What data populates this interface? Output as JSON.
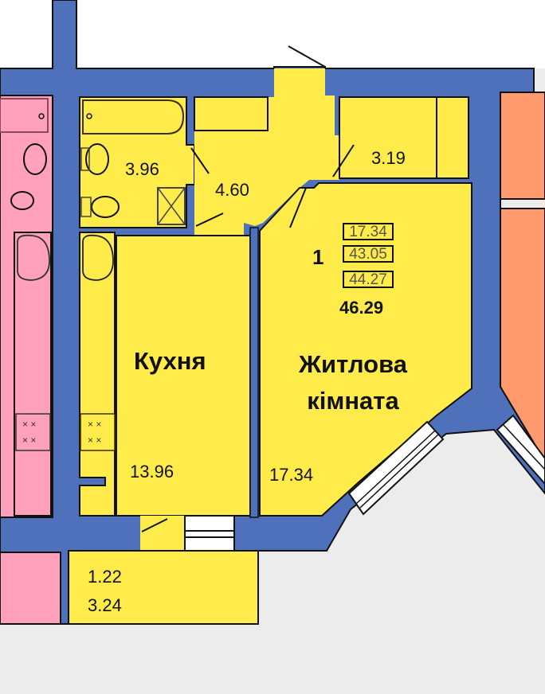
{
  "colors": {
    "wall": "#4f70bb",
    "apartment": "#ffec4a",
    "neighbor_left": "#ffa0bd",
    "neighbor_right": "#ff9a6e",
    "outside": "#ececec",
    "top_area": "#ffffff",
    "outline": "#111111"
  },
  "apartment": {
    "number": "1",
    "areas_box": [
      "17.34",
      "43.05",
      "44.27"
    ],
    "total_area": "46.29"
  },
  "rooms": {
    "bathroom": {
      "area": "3.96"
    },
    "hallway": {
      "area": "4.60"
    },
    "storage": {
      "area": "3.19"
    },
    "kitchen": {
      "name": "Кухня",
      "area": "13.96"
    },
    "living_room": {
      "name_line1": "Житлова",
      "name_line2": "кімната",
      "area": "17.34"
    },
    "balcony": {
      "area_line1": "1.22",
      "area_line2": "3.24"
    }
  }
}
